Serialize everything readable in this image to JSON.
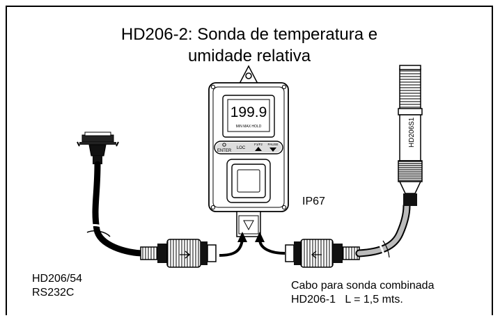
{
  "title": {
    "line1": "HD206-2: Sonda de temperatura e",
    "line2": "umidade relativa"
  },
  "device": {
    "display_value": "199.9",
    "display_indicators": "MIN MAX HOLD",
    "key_enter": "ENTER",
    "key_loc": "LOC",
    "key_f1f2": "F1/F2",
    "key_pause": "PAUSE",
    "rating": "IP67"
  },
  "probe": {
    "model": "HD206S1"
  },
  "labels": {
    "left_line1": "HD206/54",
    "left_line2": "RS232C",
    "right_line1": "Cabo para sonda combinada",
    "right_line2": "HD206-1   L = 1,5 mts."
  }
}
